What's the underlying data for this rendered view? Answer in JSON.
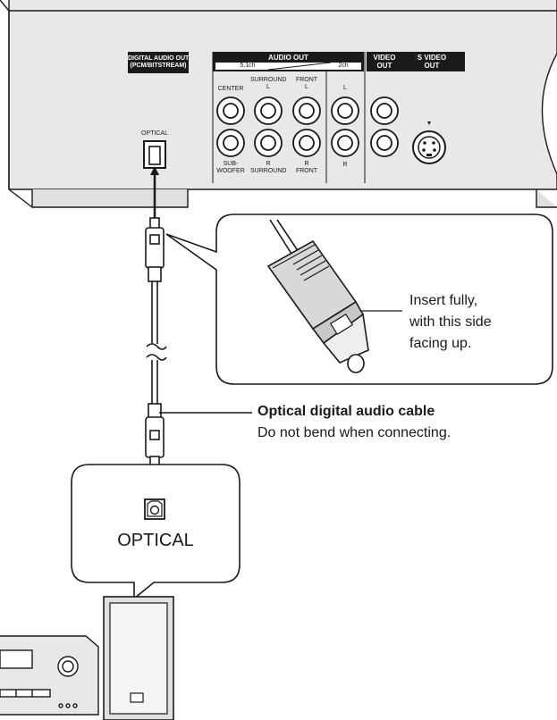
{
  "panel": {
    "digital_out_line1": "DIGITAL AUDIO OUT",
    "digital_out_line2": "(PCM/BITSTREAM)",
    "optical_port_label": "OPTICAL",
    "audio_out_title": "AUDIO OUT",
    "ch51": "5.1ch",
    "ch2": "2ch",
    "center": "CENTER",
    "surround_l_1": "SURROUND",
    "surround_l_2": "L",
    "front_l_1": "FRONT",
    "front_l_2": "L",
    "l": "L",
    "r": "R",
    "subwoofer_1": "SUB-",
    "subwoofer_2": "WOOFER",
    "surround_r_1": "R",
    "surround_r_2": "SURROUND",
    "front_r_1": "R",
    "front_r_2": "FRONT",
    "video_out_1": "VIDEO",
    "video_out_2": "OUT",
    "svideo_out_1": "S VIDEO",
    "svideo_out_2": "OUT"
  },
  "callout": {
    "line1": "Insert fully,",
    "line2": "with this side",
    "line3": "facing up."
  },
  "cable": {
    "title": "Optical digital audio cable",
    "note": "Do not bend when connecting."
  },
  "receiver": {
    "optical_label": "OPTICAL"
  }
}
